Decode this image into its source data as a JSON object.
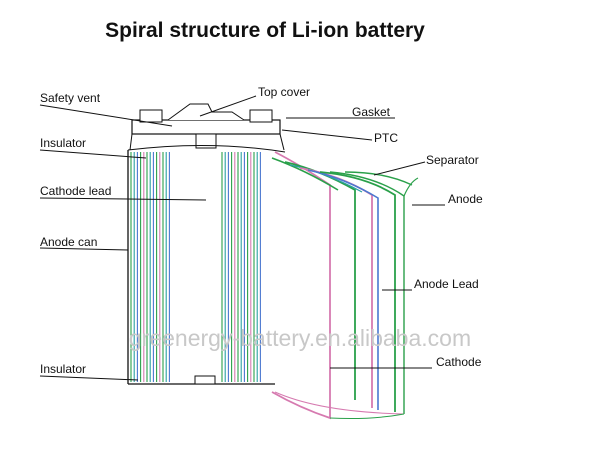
{
  "title": "Spiral structure of Li-ion battery",
  "watermark": "greenergy-battery.en.alibaba.com",
  "labels": {
    "safety_vent": "Safety vent",
    "top_cover": "Top cover",
    "gasket": "Gasket",
    "ptc": "PTC",
    "insulator_top": "Insulator",
    "separator": "Separator",
    "cathode_lead": "Cathode lead",
    "anode": "Anode",
    "anode_can": "Anode can",
    "anode_lead": "Anode Lead",
    "cathode": "Cathode",
    "insulator_bottom": "Insulator"
  },
  "colors": {
    "cathode_layer": "#2aa04a",
    "anode_layer": "#d67ab0",
    "separator_layer": "#4a78d0",
    "teal_layer": "#2aa0a0",
    "outline": "#111111"
  }
}
